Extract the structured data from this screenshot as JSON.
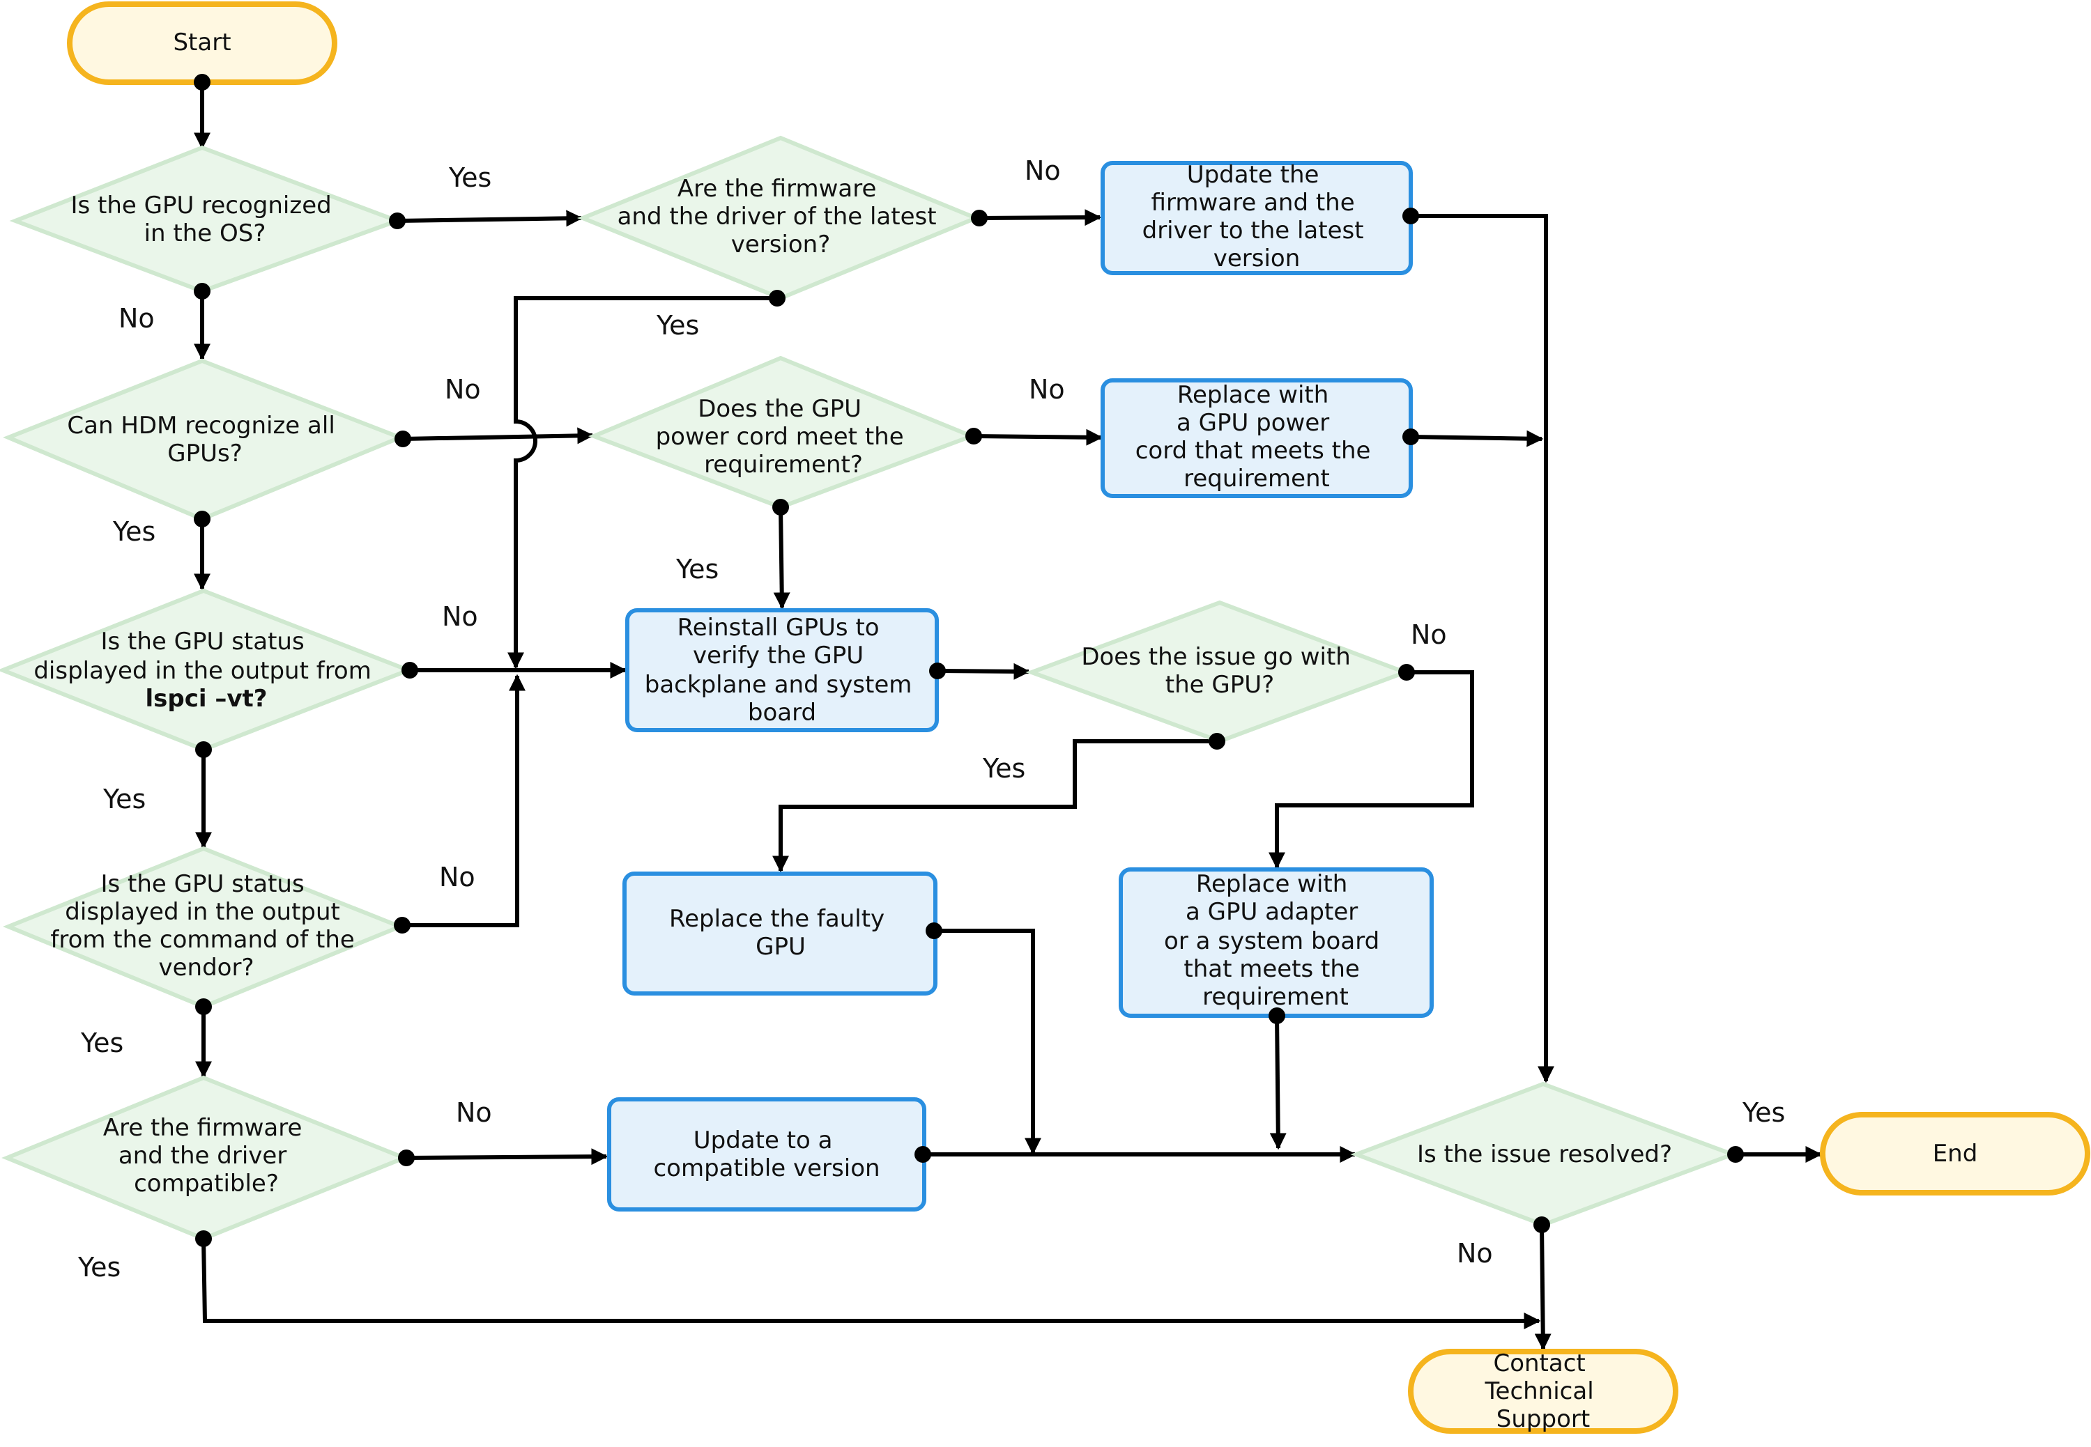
{
  "colors": {
    "terminal_fill": "#fff8e1",
    "terminal_stroke": "#f5b41e",
    "decision_fill": "#eaf6ea",
    "decision_stroke": "#cfe8cf",
    "process_fill": "#e4f1fb",
    "process_stroke": "#2a8fe0",
    "line": "#000000"
  },
  "terminals": {
    "start": "Start",
    "end": "End",
    "contact": [
      "Contact",
      "Technical",
      "Support"
    ]
  },
  "decisions": {
    "d1": [
      "Is the GPU recognized",
      "in the OS?"
    ],
    "d2": [
      "Can HDM recognize all",
      "GPUs?"
    ],
    "d3": [
      "Is the GPU status",
      "displayed in the output from",
      "lspci –vt?"
    ],
    "d4": [
      "Is the  GPU status",
      "displayed in the output",
      "from the command of the",
      "vendor?"
    ],
    "d5": [
      "Are the firmware",
      "and the driver",
      "compatible?"
    ],
    "d6": [
      "Are the firmware",
      "and the driver of the latest",
      "version?"
    ],
    "d7": [
      "Does the GPU",
      "power cord meet the",
      "requirement?"
    ],
    "d8": [
      "Does the issue go with",
      "the GPU?"
    ],
    "d9": [
      "Is the issue resolved?"
    ]
  },
  "processes": {
    "p1": [
      "Update the",
      "firmware and the",
      "driver to the latest",
      "version"
    ],
    "p2": [
      "Replace with",
      "a GPU power",
      "cord that meets the",
      "requirement"
    ],
    "p3": [
      "Reinstall GPUs to",
      "verify the GPU",
      "backplane and system",
      "board"
    ],
    "p4": [
      "Replace the faulty",
      "GPU"
    ],
    "p5": [
      "Replace with",
      "a GPU adapter",
      "or a system board",
      "that meets the",
      "requirement"
    ],
    "p6": [
      "Update to a",
      "compatible version"
    ]
  },
  "labels": {
    "d1_yes": "Yes",
    "d1_no": "No",
    "d2_no": "No",
    "d2_yes": "Yes",
    "d3_no": "No",
    "d3_yes": "Yes",
    "d4_no": "No",
    "d4_yes": "Yes",
    "d5_no": "No",
    "d5_yes": "Yes",
    "d6_no": "No",
    "d6_yes": "Yes",
    "d7_no": "No",
    "d7_yes": "Yes",
    "d8_no": "No",
    "d8_yes": "Yes",
    "d9_yes": "Yes",
    "d9_no": "No"
  }
}
